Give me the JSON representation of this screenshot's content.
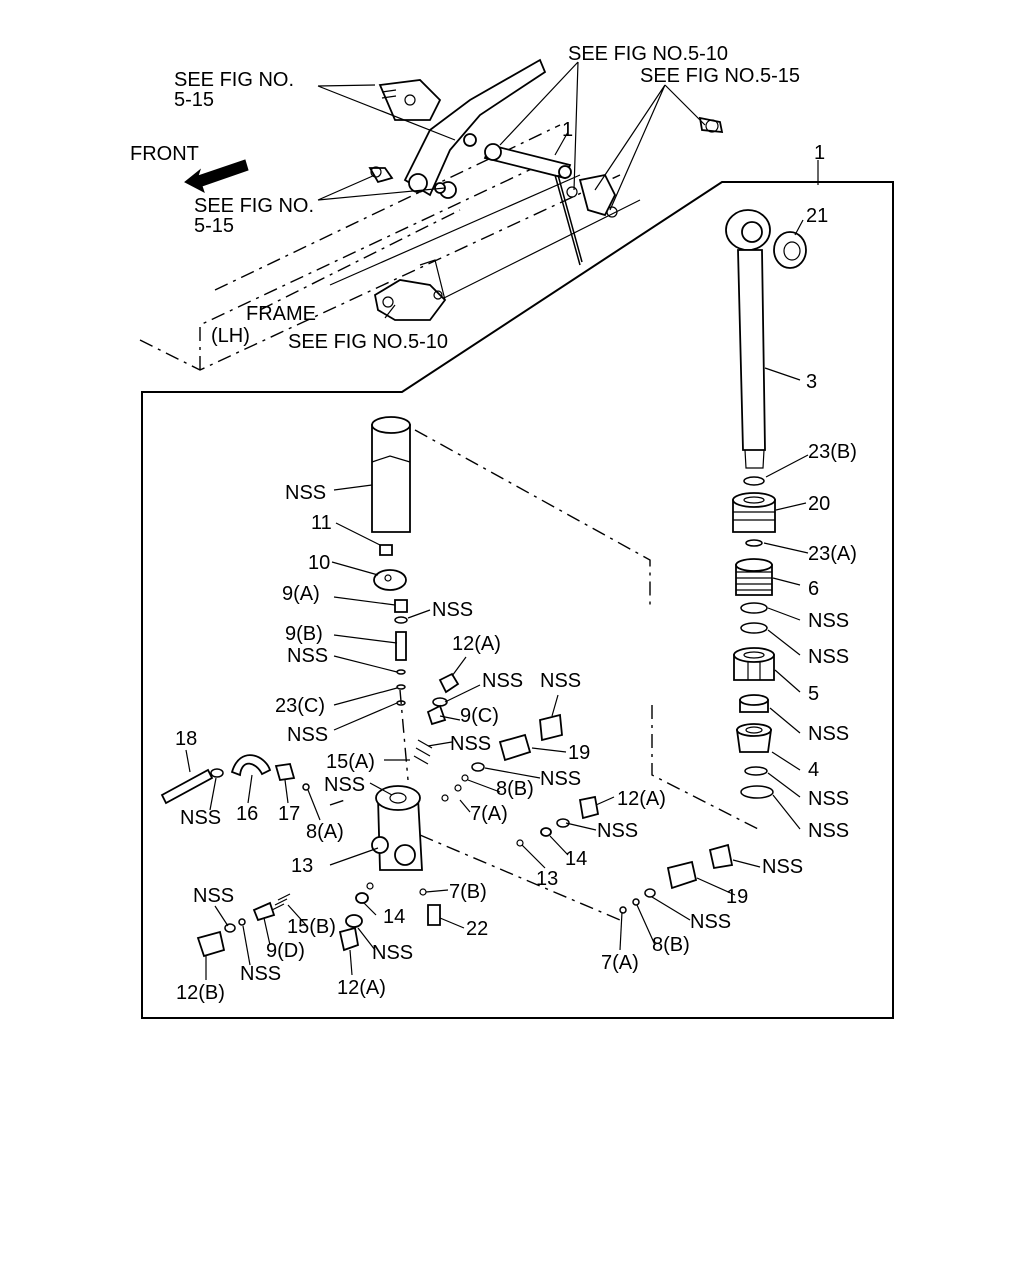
{
  "labels": {
    "see_fig_5_15_a": "SEE FIG NO.",
    "see_fig_5_15_a2": "5-15",
    "see_fig_5_10_top": "SEE FIG NO.5-10",
    "see_fig_5_15_top": "SEE FIG NO.5-15",
    "front": "FRONT",
    "see_fig_5_15_b": "SEE FIG NO.",
    "see_fig_5_15_b2": "5-15",
    "frame": "FRAME",
    "lh": "(LH)",
    "see_fig_5_10_bottom": "SEE FIG NO.5-10",
    "callout_1_top": "1",
    "callout_1_box": "1"
  },
  "callouts": {
    "p21": "21",
    "p3": "3",
    "p23b": "23(B)",
    "p20": "20",
    "p23a": "23(A)",
    "p6": "6",
    "nss_r1": "NSS",
    "nss_r2": "NSS",
    "p5": "5",
    "nss_r3": "NSS",
    "p4": "4",
    "nss_r4": "NSS",
    "nss_r5": "NSS",
    "nss_top": "NSS",
    "p11": "11",
    "p10": "10",
    "p9a": "9(A)",
    "nss_9a": "NSS",
    "p9b": "9(B)",
    "nss_9b": "NSS",
    "p12a_top": "12(A)",
    "nss_12a": "NSS",
    "nss_19top": "NSS",
    "p23c": "23(C)",
    "nss_23c": "NSS",
    "p9c": "9(C)",
    "p18": "18",
    "p15a": "15(A)",
    "nss_15a": "NSS",
    "p19_top": "19",
    "nss_8b_top": "NSS",
    "nss_body": "NSS",
    "p8b_top": "8(B)",
    "nss_18": "NSS",
    "p16": "16",
    "p17": "17",
    "p8a": "8(A)",
    "p7a_top": "7(A)",
    "p12a_mid": "12(A)",
    "nss_12a_mid": "NSS",
    "p14_right": "14",
    "p13_top": "13",
    "p13_right": "13",
    "nss_19bot": "NSS",
    "p7b": "7(B)",
    "p19_bot": "19",
    "nss_12b": "NSS",
    "p14_bot": "14",
    "p15b": "15(B)",
    "p22": "22",
    "nss_8b_bot": "NSS",
    "p9d": "9(D)",
    "nss_12a_bot": "NSS",
    "nss_9d": "NSS",
    "p7a_bot": "7(A)",
    "p8b_bot": "8(B)",
    "p12b": "12(B)",
    "p12a_bot": "12(A)"
  }
}
